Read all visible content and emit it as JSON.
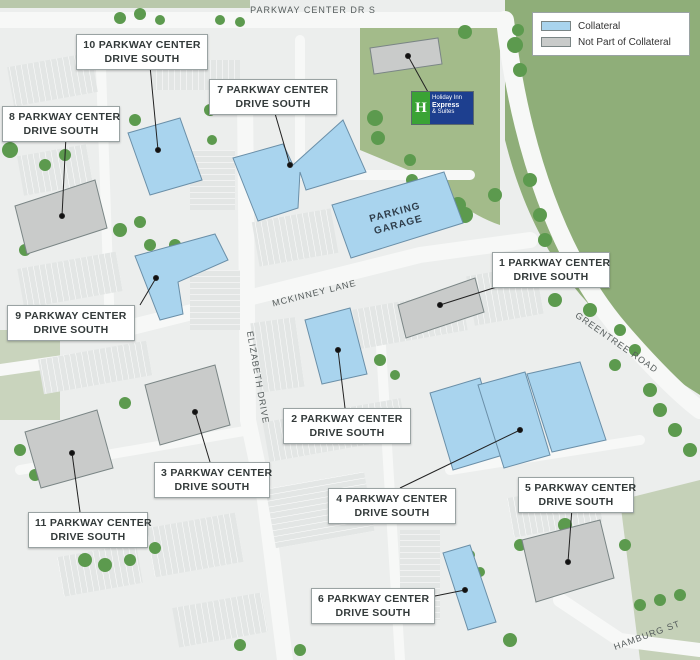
{
  "legend": {
    "collateral": "Collateral",
    "not_collateral": "Not Part of Collateral",
    "collateral_color": "#a9d4ee",
    "not_collateral_color": "#c9cbca"
  },
  "streets": {
    "parkway_center_dr_s": "PARKWAY CENTER DR S",
    "mckinney_lane": "MCKINNEY LANE",
    "elizabeth_drive": "ELIZABETH DRIVE",
    "greentree_road": "GREENTREE ROAD",
    "hamburg_st": "HAMBURG ST",
    "parking_garage_line1": "PARKING",
    "parking_garage_line2": "GARAGE"
  },
  "hotel": {
    "brand_initial": "H",
    "name_line1": "Holiday Inn",
    "name_line2": "Express",
    "name_line3": "& Suites"
  },
  "labels": {
    "b10": {
      "line1": "10 PARKWAY CENTER",
      "line2": "DRIVE SOUTH"
    },
    "b7": {
      "line1": "7 PARKWAY CENTER",
      "line2": "DRIVE SOUTH"
    },
    "b8": {
      "line1": "8 PARKWAY CENTER",
      "line2": "DRIVE SOUTH"
    },
    "b1": {
      "line1": "1 PARKWAY CENTER",
      "line2": "DRIVE SOUTH"
    },
    "b9": {
      "line1": "9 PARKWAY CENTER",
      "line2": "DRIVE SOUTH"
    },
    "b2": {
      "line1": "2 PARKWAY CENTER",
      "line2": "DRIVE SOUTH"
    },
    "b3": {
      "line1": "3 PARKWAY CENTER",
      "line2": "DRIVE SOUTH"
    },
    "b11": {
      "line1": "11 PARKWAY CENTER",
      "line2": "DRIVE SOUTH"
    },
    "b4": {
      "line1": "4 PARKWAY CENTER",
      "line2": "DRIVE SOUTH"
    },
    "b5": {
      "line1": "5 PARKWAY CENTER",
      "line2": "DRIVE SOUTH"
    },
    "b6": {
      "line1": "6 PARKWAY CENTER",
      "line2": "DRIVE SOUTH"
    }
  }
}
